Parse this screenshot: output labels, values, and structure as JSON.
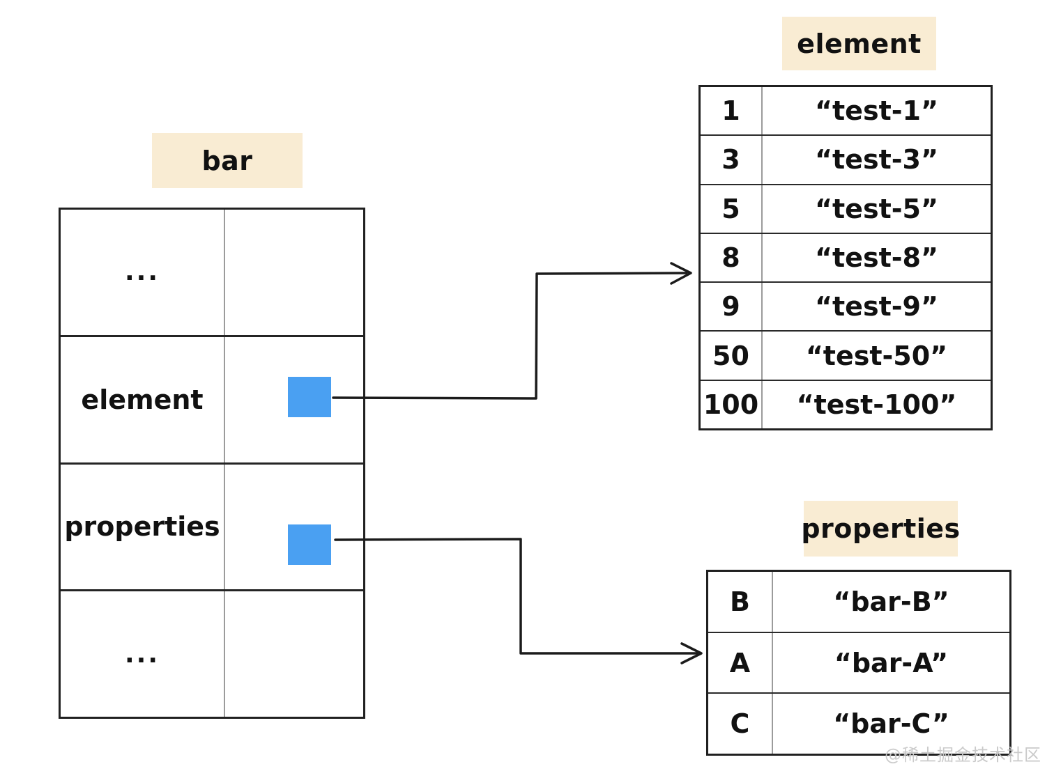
{
  "bar": {
    "title": "bar",
    "rows": [
      {
        "label": "...",
        "has_pointer": false
      },
      {
        "label": "element",
        "has_pointer": true
      },
      {
        "label": "properties",
        "has_pointer": true
      },
      {
        "label": "...",
        "has_pointer": false
      }
    ]
  },
  "element_table": {
    "title": "element",
    "rows": [
      {
        "key": "1",
        "value": "“test-1”"
      },
      {
        "key": "3",
        "value": "“test-3”"
      },
      {
        "key": "5",
        "value": "“test-5”"
      },
      {
        "key": "8",
        "value": "“test-8”"
      },
      {
        "key": "9",
        "value": "“test-9”"
      },
      {
        "key": "50",
        "value": "“test-50”"
      },
      {
        "key": "100",
        "value": "“test-100”"
      }
    ]
  },
  "properties_table": {
    "title": "properties",
    "rows": [
      {
        "key": "B",
        "value": "“bar-B”"
      },
      {
        "key": "A",
        "value": "“bar-A”"
      },
      {
        "key": "C",
        "value": "“bar-C”"
      }
    ]
  },
  "watermark": {
    "text": "@稀土掘金技术社区"
  },
  "colors": {
    "header_bg": "#f9ecd3",
    "pointer_blue": "#4aa0f2",
    "border_dark": "#202020",
    "divider_gray": "#9b9b9b",
    "arrow_color": "#1b1b1b",
    "watermark_color": "#c8c8c8"
  }
}
